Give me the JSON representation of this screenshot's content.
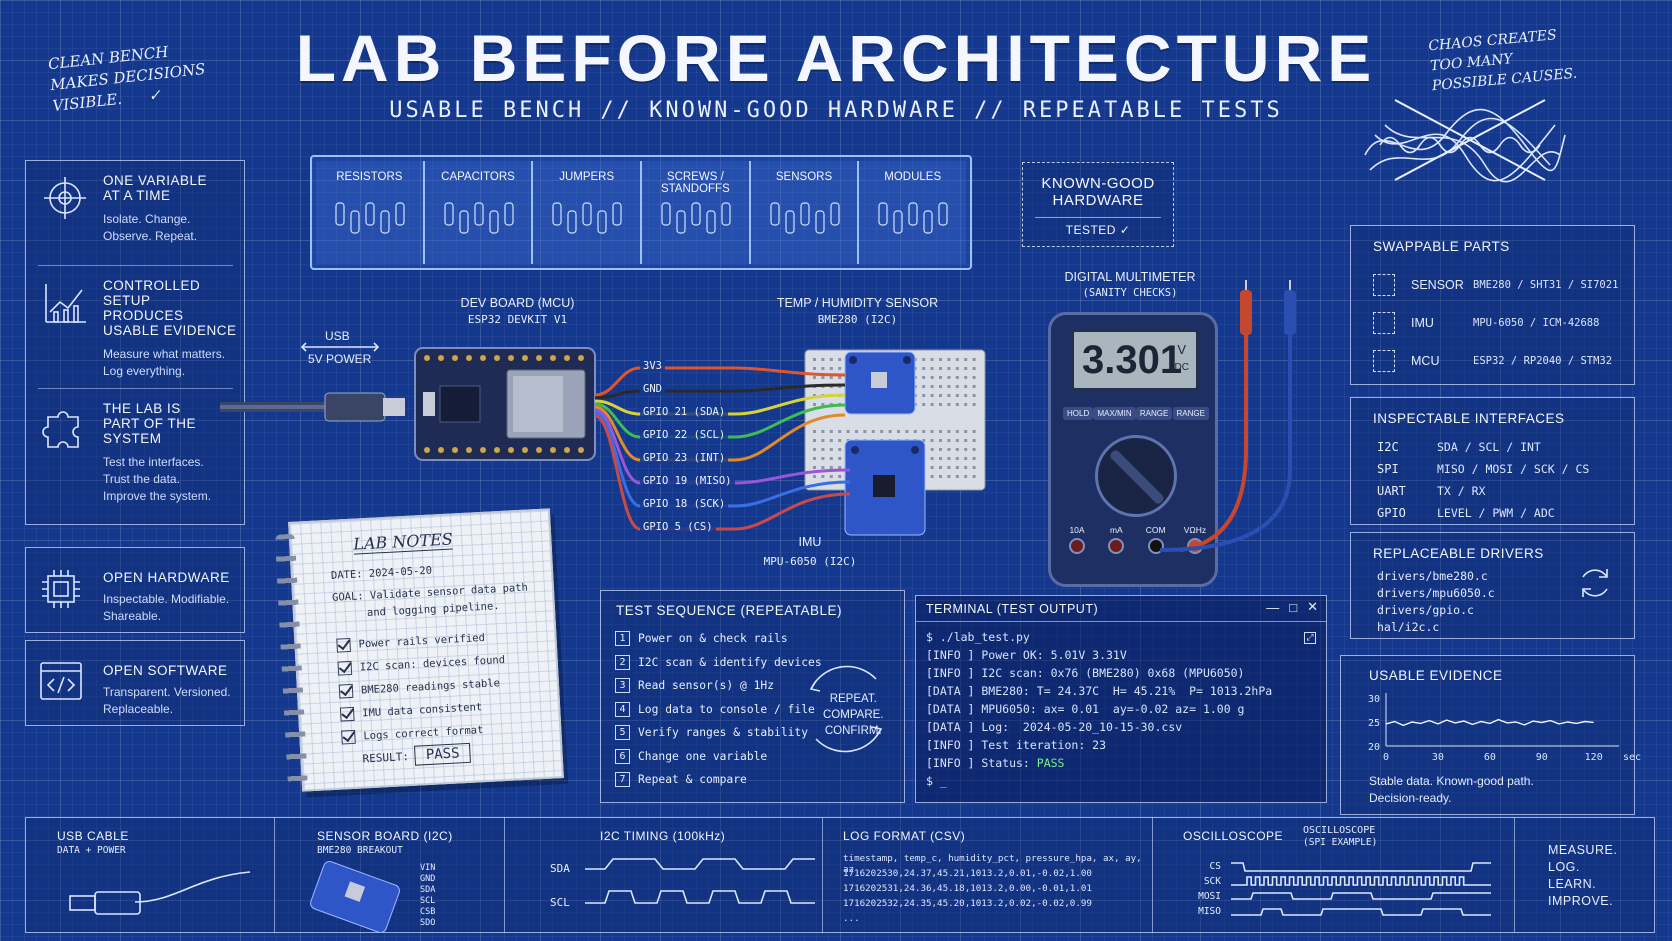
{
  "header": {
    "title": "LAB BEFORE ARCHITECTURE",
    "subtitle": "USABLE BENCH // KNOWN-GOOD HARDWARE // REPEATABLE TESTS",
    "note_left": [
      "CLEAN BENCH",
      "MAKES DECISIONS",
      "VISIBLE."
    ],
    "note_right": [
      "CHAOS CREATES",
      "TOO MANY",
      "POSSIBLE CAUSES."
    ]
  },
  "principles": [
    {
      "title": [
        "ONE VARIABLE",
        "AT A TIME"
      ],
      "desc": [
        "Isolate. Change.",
        "Observe. Repeat."
      ],
      "icon": "crosshair-icon"
    },
    {
      "title": [
        "CONTROLLED SETUP",
        "PRODUCES",
        "USABLE EVIDENCE"
      ],
      "desc": [
        "Measure what matters.",
        "Log everything."
      ],
      "icon": "chart-icon"
    },
    {
      "title": [
        "THE LAB IS",
        "PART OF THE",
        "SYSTEM"
      ],
      "desc": [
        "Test the interfaces.",
        "Trust the data.",
        "Improve the system."
      ],
      "icon": "puzzle-icon"
    }
  ],
  "open_hardware": {
    "title": "OPEN HARDWARE",
    "desc": [
      "Inspectable. Modifiable.",
      "Shareable."
    ]
  },
  "open_software": {
    "title": "OPEN SOFTWARE",
    "desc": [
      "Transparent. Versioned.",
      "Replaceable."
    ]
  },
  "bins": [
    "RESISTORS",
    "CAPACITORS",
    "JUMPERS",
    "SCREWS / STANDOFFS",
    "SENSORS",
    "MODULES"
  ],
  "known_good": {
    "title": [
      "KNOWN-GOOD",
      "HARDWARE"
    ],
    "tested": "TESTED"
  },
  "wiring": {
    "usb_label": "USB",
    "power_label": "5V POWER",
    "dev_board": "DEV BOARD (MCU)",
    "dev_board_sub": "ESP32 DEVKIT V1",
    "sensor": "TEMP / HUMIDITY SENSOR",
    "sensor_sub": "BME280 (I2C)",
    "imu": "IMU",
    "imu_sub": "MPU-6050 (I2C)",
    "pins": [
      "3V3",
      "GND",
      "GPIO 21 (SDA)",
      "GPIO 22 (SCL)",
      "GPIO 23 (INT)",
      "GPIO 19 (MISO)",
      "GPIO 18 (SCK)",
      "GPIO 5 (CS)"
    ],
    "wire_colors": [
      "#e0552e",
      "#2a2a2a",
      "#d6d23a",
      "#3dbd4f",
      "#e08a2a",
      "#9a55d8",
      "#3a6ee6",
      "#c94a4a"
    ]
  },
  "multimeter": {
    "title": "DIGITAL MULTIMETER",
    "sub": "(SANITY CHECKS)",
    "reading": "3.301",
    "unit": "V",
    "unit2": "DC",
    "buttons": [
      "HOLD",
      "MAX/MIN",
      "RANGE",
      "RANGE"
    ],
    "ports": [
      "10A",
      "mA",
      "COM",
      "VΩHz"
    ]
  },
  "swappable": {
    "title": "SWAPPABLE PARTS",
    "rows": [
      {
        "name": "SENSOR",
        "value": "BME280 / SHT31 / SI7021"
      },
      {
        "name": "IMU",
        "value": "MPU-6050 / ICM-42688"
      },
      {
        "name": "MCU",
        "value": "ESP32 / RP2040 / STM32"
      }
    ]
  },
  "interfaces": {
    "title": "INSPECTABLE INTERFACES",
    "rows": [
      {
        "name": "I2C",
        "value": "SDA / SCL / INT"
      },
      {
        "name": "SPI",
        "value": "MISO / MOSI / SCK / CS"
      },
      {
        "name": "UART",
        "value": "TX / RX"
      },
      {
        "name": "GPIO",
        "value": "LEVEL / PWM / ADC"
      }
    ]
  },
  "drivers": {
    "title": "REPLACEABLE DRIVERS",
    "files": [
      "drivers/bme280.c",
      "drivers/mpu6050.c",
      "drivers/gpio.c",
      "hal/i2c.c"
    ]
  },
  "evidence": {
    "title": "USABLE EVIDENCE",
    "caption": [
      "Stable data. Known-good path.",
      "Decision-ready."
    ],
    "xlabel": "sec"
  },
  "chart_data": {
    "type": "line",
    "x": [
      0,
      5,
      10,
      15,
      20,
      25,
      30,
      35,
      40,
      45,
      50,
      55,
      60,
      65,
      70,
      75,
      80,
      85,
      90,
      95,
      100,
      105,
      110,
      115,
      120
    ],
    "series": [
      {
        "values": [
          24.6,
          25.1,
          24.3,
          25.0,
          24.7,
          25.3,
          24.6,
          25.4,
          24.8,
          25.2,
          24.5,
          25.1,
          24.7,
          25.5,
          24.8,
          25.0,
          24.4,
          25.2,
          24.9,
          25.3,
          24.6,
          25.0,
          24.7,
          25.1,
          24.9
        ]
      }
    ],
    "xticks": [
      "0",
      "30",
      "60",
      "90",
      "120"
    ],
    "yticks": [
      "30",
      "25",
      "20"
    ],
    "xlim": [
      0,
      130
    ],
    "ylim": [
      20,
      30
    ],
    "xlabel": "sec"
  },
  "notes": {
    "title": "LAB NOTES",
    "date": "DATE: 2024-05-20",
    "goal": [
      "GOAL: Validate sensor data path",
      "and logging pipeline."
    ],
    "items": [
      "Power rails verified",
      "I2C scan: devices found",
      "BME280 readings stable",
      "IMU data consistent",
      "Logs correct format"
    ],
    "result_label": "RESULT:",
    "result": "PASS"
  },
  "sequence": {
    "title": "TEST SEQUENCE (REPEATABLE)",
    "steps": [
      "Power on & check rails",
      "I2C scan & identify devices",
      "Read sensor(s) @ 1Hz",
      "Log data to console / file",
      "Verify ranges & stability",
      "Change one variable",
      "Repeat & compare"
    ],
    "loop": [
      "REPEAT.",
      "COMPARE.",
      "CONFIRM."
    ]
  },
  "terminal": {
    "title": "TERMINAL (TEST OUTPUT)",
    "lines": [
      {
        "text": "$ ./lab_test.py"
      },
      {
        "text": "[INFO ] Power OK: 5.01V 3.31V"
      },
      {
        "text": "[INFO ] I2C scan: 0x76 (BME280) 0x68 (MPU6050)"
      },
      {
        "text": "[DATA ] BME280: T= 24.37C  H= 45.21%  P= 1013.2hPa"
      },
      {
        "text": "[DATA ] MPU6050: ax= 0.01  ay=-0.02 az= 1.00 g"
      },
      {
        "text": "[DATA ] Log:  2024-05-20_10-15-30.csv"
      },
      {
        "text": "[INFO ] Test iteration: 23"
      },
      {
        "text": "[INFO ] Status: ",
        "pass": "PASS"
      },
      {
        "text": "$ _"
      }
    ]
  },
  "bottom": {
    "usb": {
      "title": "USB CABLE",
      "sub": "DATA + POWER"
    },
    "sensor": {
      "title": "SENSOR BOARD (I2C)",
      "sub": "BME280 BREAKOUT",
      "pins": [
        "VIN",
        "GND",
        "SDA",
        "SCL",
        "CSB",
        "SDO"
      ]
    },
    "i2c": {
      "title": "I2C TIMING (100kHz)",
      "sda": "SDA",
      "scl": "SCL"
    },
    "log": {
      "title": "LOG FORMAT (CSV)",
      "lines": [
        "timestamp, temp_c, humidity_pct, pressure_hpa, ax, ay, az",
        "1716202530,24.37,45.21,1013.2,0.01,-0.02,1.00",
        "1716202531,24.36,45.18,1013.2,0.00,-0.01,1.01",
        "1716202532,24.35,45.20,1013.2,0.02,-0.02,0.99",
        "..."
      ]
    },
    "scope": {
      "title_a": "OSCILLOSCOPE",
      "title_b": "OSCILLOSCOPE",
      "sub": "(SPI EXAMPLE)",
      "signals": [
        "CS",
        "SCK",
        "MOSI",
        "MISO"
      ]
    },
    "motto": [
      "MEASURE.",
      "LOG.",
      "LEARN.",
      "IMPROVE."
    ]
  }
}
